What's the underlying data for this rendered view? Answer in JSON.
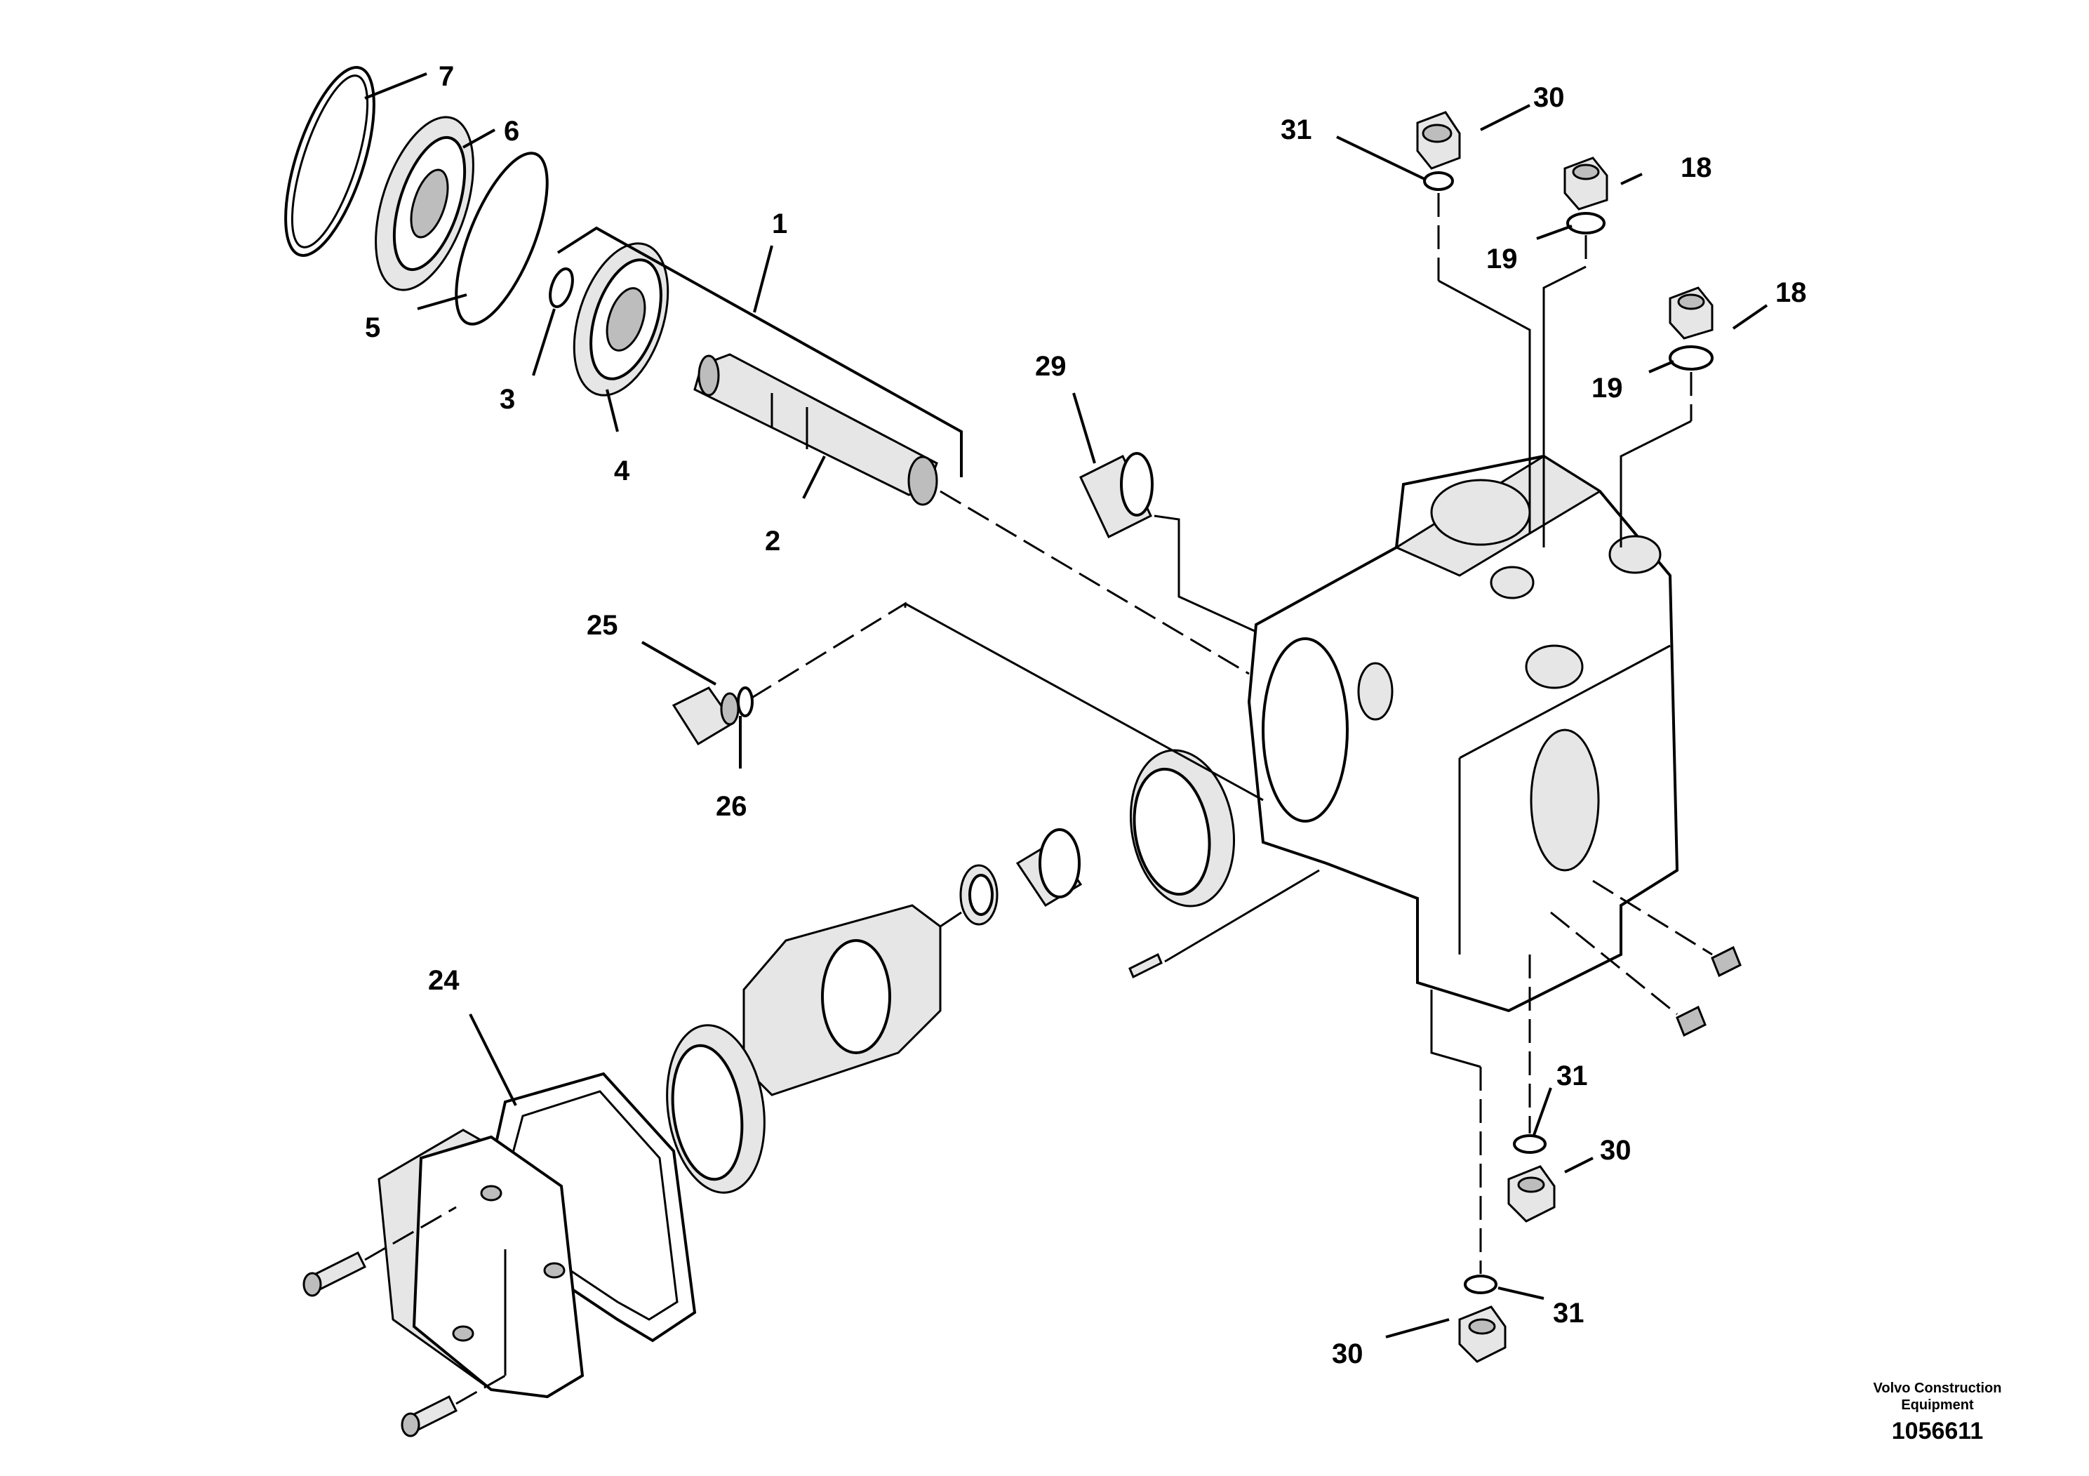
{
  "callouts": {
    "c1": "1",
    "c2": "2",
    "c3": "3",
    "c4": "4",
    "c5": "5",
    "c6": "6",
    "c7": "7",
    "c18a": "18",
    "c18b": "18",
    "c19a": "19",
    "c19b": "19",
    "c24": "24",
    "c25": "25",
    "c26": "26",
    "c29": "29",
    "c30a": "30",
    "c30b": "30",
    "c30c": "30",
    "c31a": "31",
    "c31b": "31",
    "c31c": "31"
  },
  "footer": {
    "company_line1": "Volvo Construction",
    "company_line2": "Equipment",
    "document_number": "1056611"
  }
}
